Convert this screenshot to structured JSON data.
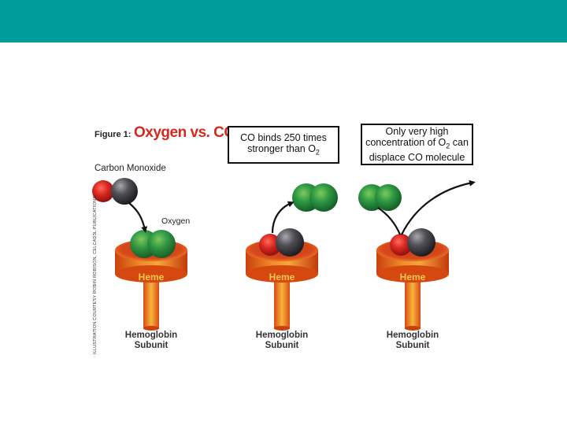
{
  "header": {
    "bar_color": "#009b9b"
  },
  "figure": {
    "figure_label": "Figure 1:",
    "title": "Oxygen vs. CO",
    "box1": {
      "line1": "CO binds 250 times",
      "line2_prefix": "stronger than O",
      "line2_sub": "2"
    },
    "box2": {
      "line1": "Only very high",
      "line2_prefix": "concentration of O",
      "line2_sub": "2",
      "line2_suffix": " can",
      "line3": "displace CO molecule"
    },
    "carbon_monoxide_label": "Carbon Monoxide",
    "oxygen_label": "Oxygen",
    "heme_label": "Heme",
    "hemoglobin_label_line1": "Hemoglobin",
    "hemoglobin_label_line2": "Subunit",
    "credit": "ILLUSTRATION COURTESY ROBIN ROBISON, CELCAD3L PUBLICATIONS",
    "colors": {
      "title_red": "#d42a1e",
      "heme_orange": "#e8561c",
      "heme_yellow": "#f6c94e",
      "oxygen_green": "#1f8a3b",
      "carbon_gray": "#4a4a4f",
      "co_red": "#d8261f"
    }
  }
}
